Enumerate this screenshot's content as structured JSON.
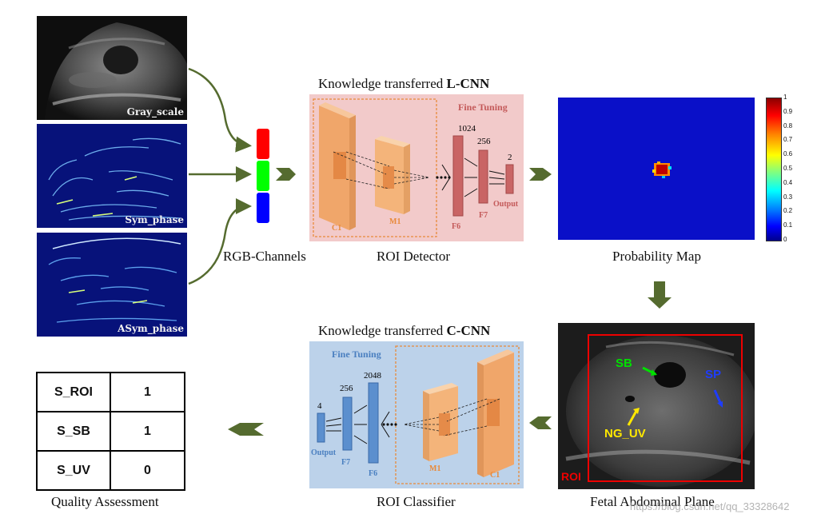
{
  "inputs": {
    "gray": "Gray_scale",
    "sym": "Sym_phase",
    "asym": "ASym_phase"
  },
  "rgb_label": "RGB-Channels",
  "lcnn": {
    "title_prefix": "Knowledge  transferred ",
    "title_bold": "L-CNN",
    "fine_tuning": "Fine Tuning",
    "c1": "C1",
    "m1": "M1",
    "f6": "F6",
    "f7": "F7",
    "output": "Output",
    "n1024": "1024",
    "n256": "256",
    "n2": "2",
    "caption": "ROI  Detector"
  },
  "prob_map": {
    "caption": "Probability  Map",
    "colorbar_ticks": [
      "1",
      "0.9",
      "0.8",
      "0.7",
      "0.6",
      "0.5",
      "0.4",
      "0.3",
      "0.2",
      "0.1",
      "0"
    ]
  },
  "fetal": {
    "caption": "Fetal Abdominal Plane",
    "sb": "SB",
    "sp": "SP",
    "nguv": "NG_UV",
    "roi": "ROI"
  },
  "ccnn": {
    "title_prefix": "Knowledge  transferred ",
    "title_bold": "C-CNN",
    "fine_tuning": "Fine Tuning",
    "c1": "C1",
    "m1": "M1",
    "f6": "F6",
    "f7": "F7",
    "output": "Output",
    "n2048": "2048",
    "n256": "256",
    "n4": "4",
    "caption": "ROI  Classifier"
  },
  "quality": {
    "caption": "Quality Assessment",
    "rows": [
      {
        "key": "S_ROI",
        "value": "1"
      },
      {
        "key": "S_SB",
        "value": "1"
      },
      {
        "key": "S_UV",
        "value": "0"
      }
    ]
  },
  "watermark": "https://blog.csdn.net/qq_33328642",
  "colors": {
    "arrow_green": "#556b2f",
    "lcnn_bg": "#f2caca",
    "ccnn_bg": "#bcd2ea",
    "orange_block": "#f5b97f",
    "red_bar": "#c96565",
    "blue_bar": "#5b8fce",
    "map_bg": "#0a10c8"
  }
}
